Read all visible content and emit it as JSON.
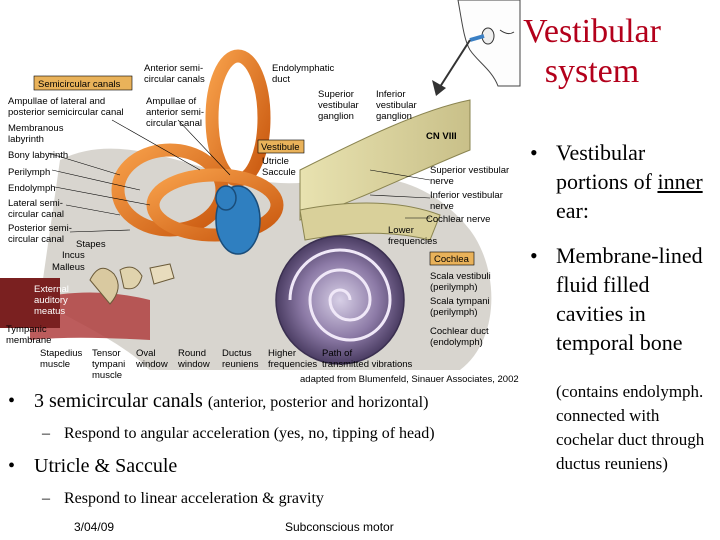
{
  "title_line1": "Vestibular",
  "title_line2": "system",
  "right_bullets": {
    "b1_pre": "Vestibular portions of ",
    "b1_u": "inner",
    "b1_post": " ear:",
    "b2": "Membrane-lined fluid filled cavities in temporal bone"
  },
  "note": "(contains endolymph. connected with cochelar duct through ductus reuniens)",
  "bottom": {
    "b1_main": "3 semicircular canals",
    "b1_paren": "(anterior, posterior and horizontal)",
    "b1_sub": "Respond to angular acceleration (yes, no, tipping of head)",
    "b2_main": "Utricle & Saccule",
    "b2_sub": "Respond to linear acceleration & gravity"
  },
  "footer": {
    "date": "3/04/09",
    "center": "Subconscious motor"
  },
  "diagram_labels": {
    "semicircular_canals": "Semicircular canals",
    "ant_canals_1": "Anterior semi-",
    "ant_canals_2": "circular canals",
    "endolymphatic_1": "Endolymphatic",
    "endolymphatic_2": "duct",
    "ampullae_lat_1": "Ampullae of lateral and",
    "ampullae_lat_2": "posterior semicircular canal",
    "ampullae_ant_1": "Ampullae of",
    "ampullae_ant_2": "anterior semi-",
    "ampullae_ant_3": "circular canal",
    "sup_vest_1": "Superior",
    "sup_vest_2": "vestibular",
    "sup_vest_3": "ganglion",
    "inf_vest_1": "Inferior",
    "inf_vest_2": "vestibular",
    "inf_vest_3": "ganglion",
    "membranous_1": "Membranous",
    "membranous_2": "labyrinth",
    "vestibule": "Vestibule",
    "cn8": "CN VIII",
    "bony": "Bony labyrinth",
    "utricle": "Utricle",
    "saccule": "Saccule",
    "perilymph": "Perilymph",
    "endolymph": "Endolymph",
    "sup_nerve_1": "Superior vestibular",
    "sup_nerve_2": "nerve",
    "inf_nerve_1": "Inferior vestibular",
    "inf_nerve_2": "nerve",
    "cochlear_nerve": "Cochlear nerve",
    "lateral_1": "Lateral semi-",
    "lateral_2": "circular canal",
    "posterior_1": "Posterior semi-",
    "posterior_2": "circular canal",
    "lower_1": "Lower",
    "lower_2": "frequencies",
    "stapes": "Stapes",
    "incus": "Incus",
    "malleus": "Malleus",
    "cochlea": "Cochlea",
    "external_1": "External",
    "external_2": "auditory",
    "external_3": "meatus",
    "scala_v_1": "Scala vestibuli",
    "scala_v_2": "(perilymph)",
    "scala_t_1": "Scala tympani",
    "scala_t_2": "(perilymph)",
    "cochlear_duct_1": "Cochlear duct",
    "cochlear_duct_2": "(endolymph)",
    "tympanic_1": "Tympanic",
    "tympanic_2": "membrane",
    "stapedius_1": "Stapedius",
    "stapedius_2": "muscle",
    "tensor_1": "Tensor",
    "tensor_2": "tympani",
    "tensor_3": "muscle",
    "oval_1": "Oval",
    "oval_2": "window",
    "round_1": "Round",
    "round_2": "window",
    "ductus_1": "Ductus",
    "ductus_2": "reuniens",
    "higher_1": "Higher",
    "higher_2": "frequencies",
    "path_1": "Path of",
    "path_2": "transmitted vibrations",
    "credit": "adapted from Blumenfeld, Sinauer Associates, 2002"
  }
}
